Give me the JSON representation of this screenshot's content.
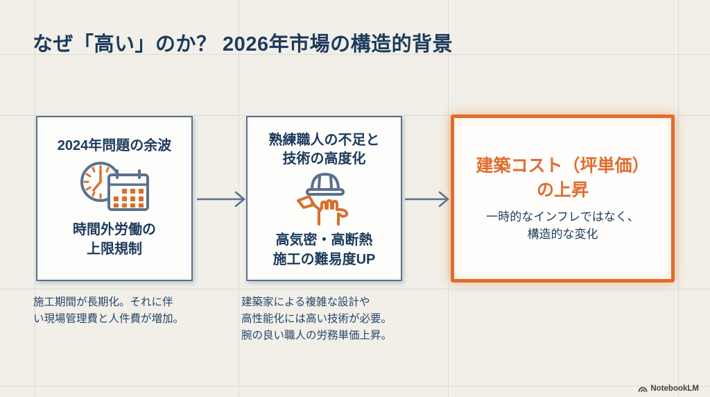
{
  "slide": {
    "title": "なぜ「高い」のか？ 2026年市場の構造的背景",
    "colors": {
      "background": "#f1efe8",
      "navy_text": "#1d3a5c",
      "slate_border": "#5b718c",
      "accent_orange": "#e06c2e",
      "box_background": "#fdfdfb"
    },
    "steps": [
      {
        "title": "2024年問題の余波",
        "icon": "clock-calendar-icon",
        "label": "時間外労働の\n上限規制",
        "description": "施工期間が長期化。それに伴\nい現場管理費と人件費が増加。"
      },
      {
        "title": "熟練職人の不足と\n技術の高度化",
        "icon": "helmet-trowel-icon",
        "label": "高気密・高断熱\n施工の難易度UP",
        "description": "建築家による複雑な設計や\n高性能化には高い技術が必要。\n腕の良い職人の労務単価上昇。"
      }
    ],
    "result": {
      "title": "建築コスト（坪単価）\nの上昇",
      "subtitle": "一時的なインフレではなく、\n構造的な変化"
    },
    "watermark": {
      "icon": "notebooklm-logo-icon",
      "label": "NotebookLM"
    }
  }
}
